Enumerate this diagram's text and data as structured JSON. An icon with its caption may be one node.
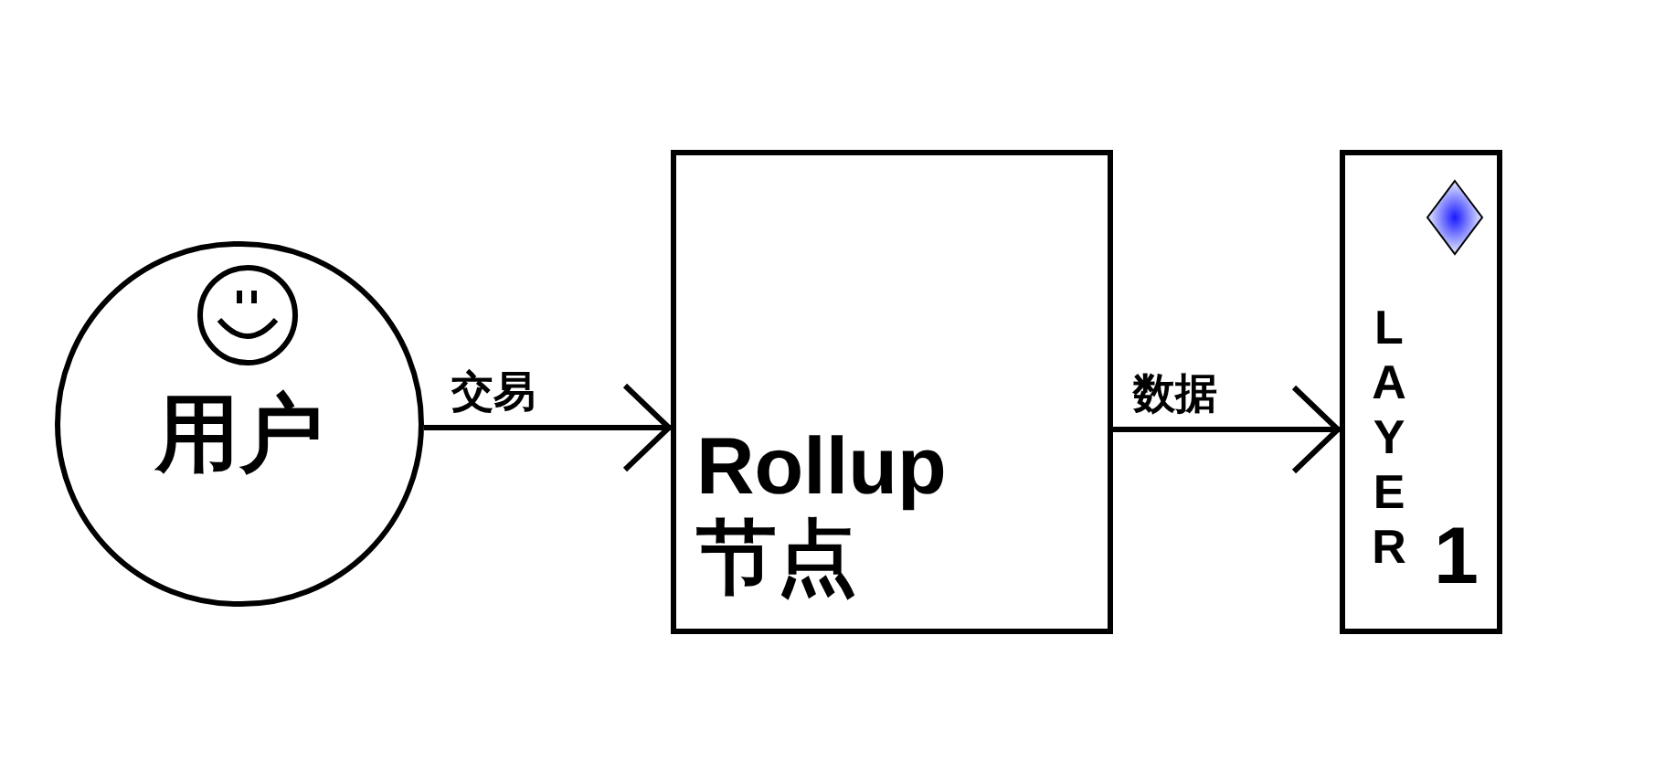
{
  "diagram": {
    "nodes": [
      {
        "text": [
          "用户"
        ]
      },
      {
        "text": [
          "Rollup 节点"
        ]
      },
      {
        "text": [
          "LAYER",
          "1"
        ]
      }
    ],
    "edges": [
      {
        "from": 0,
        "to": 1,
        "arrow": "to",
        "label": "交易"
      },
      {
        "from": 1,
        "to": 2,
        "arrow": "to",
        "label": "数据"
      }
    ]
  }
}
